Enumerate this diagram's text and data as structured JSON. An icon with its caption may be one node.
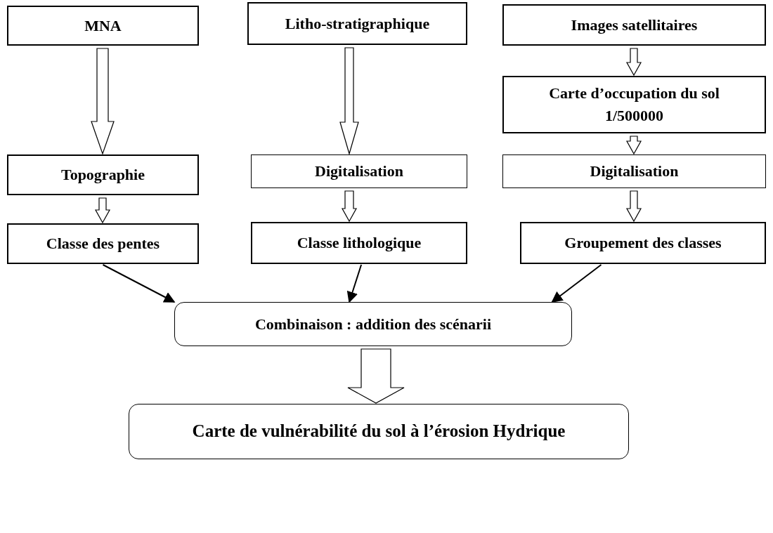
{
  "diagram": {
    "nodes": [
      {
        "text": [
          "MNA"
        ]
      },
      {
        "text": [
          "Litho-stratigraphique"
        ]
      },
      {
        "text": [
          "Images satellitaires"
        ]
      },
      {
        "text": [
          "Carte d’occupation du sol 1/500000"
        ]
      },
      {
        "text": [
          "Topographie"
        ]
      },
      {
        "text": [
          "Digitalisation"
        ]
      },
      {
        "text": [
          "Digitalisation"
        ]
      },
      {
        "text": [
          "Classe des pentes"
        ]
      },
      {
        "text": [
          "Classe lithologique"
        ]
      },
      {
        "text": [
          "Groupement des classes"
        ]
      },
      {
        "text": [
          "Combinaison : addition des scénarii"
        ]
      },
      {
        "text": [
          "Carte de vulnérabilité du sol à l’érosion Hydrique"
        ]
      }
    ],
    "edges": [
      {
        "from": 0,
        "to": 4,
        "arrow": "to",
        "style": "thick"
      },
      {
        "from": 1,
        "to": 5,
        "arrow": "to",
        "style": "thick"
      },
      {
        "from": 2,
        "to": 3,
        "arrow": "to",
        "style": "thick"
      },
      {
        "from": 3,
        "to": 6,
        "arrow": "to",
        "style": "thick"
      },
      {
        "from": 4,
        "to": 7,
        "arrow": "to",
        "style": "thick"
      },
      {
        "from": 5,
        "to": 8,
        "arrow": "to",
        "style": "thick"
      },
      {
        "from": 6,
        "to": 9,
        "arrow": "to",
        "style": "thick"
      },
      {
        "from": 7,
        "to": 10,
        "arrow": "to"
      },
      {
        "from": 8,
        "to": 10,
        "arrow": "to"
      },
      {
        "from": 9,
        "to": 10,
        "arrow": "to"
      },
      {
        "from": 10,
        "to": 11,
        "arrow": "to",
        "style": "thick"
      }
    ]
  }
}
